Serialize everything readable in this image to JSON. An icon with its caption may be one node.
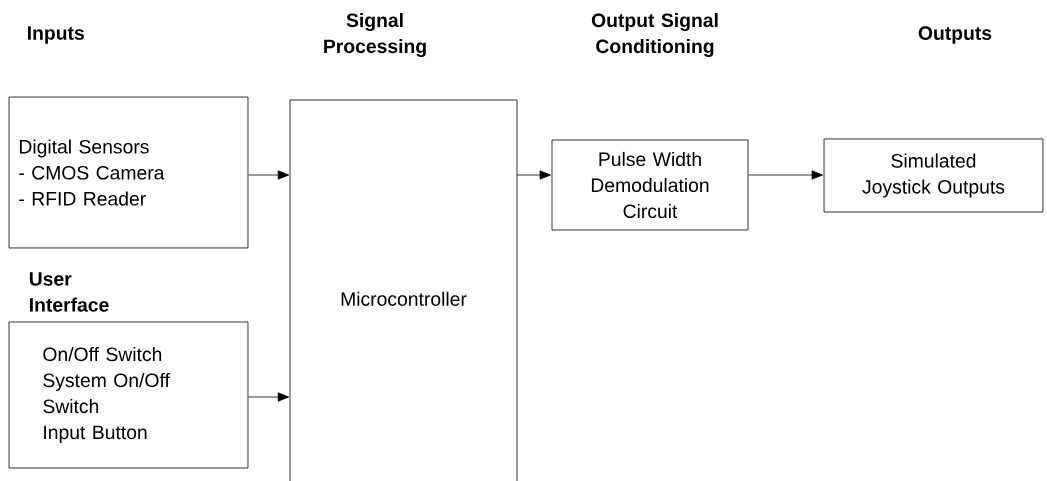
{
  "diagram": {
    "nodes": [
      {
        "text": [
          "Digital Sensors",
          "- CMOS Camera",
          "- RFID Reader"
        ]
      },
      {
        "text": [
          "User Interface",
          "On/Off Switch",
          "System On/Off Switch",
          "Input Button"
        ]
      },
      {
        "text": [
          "Microcontroller"
        ]
      },
      {
        "text": [
          "Pulse Width Demodulation Circuit"
        ]
      },
      {
        "text": [
          "Simulated Joystick Outputs"
        ]
      }
    ],
    "edges": [
      {
        "from": 0,
        "to": 2,
        "arrow": "to"
      },
      {
        "from": 1,
        "to": 2,
        "arrow": "to"
      },
      {
        "from": 2,
        "to": 3,
        "arrow": "to"
      },
      {
        "from": 3,
        "to": 4,
        "arrow": "to"
      }
    ],
    "labels": [
      "Inputs",
      "Signal Processing",
      "Output Signal Conditioning",
      "Outputs"
    ]
  }
}
